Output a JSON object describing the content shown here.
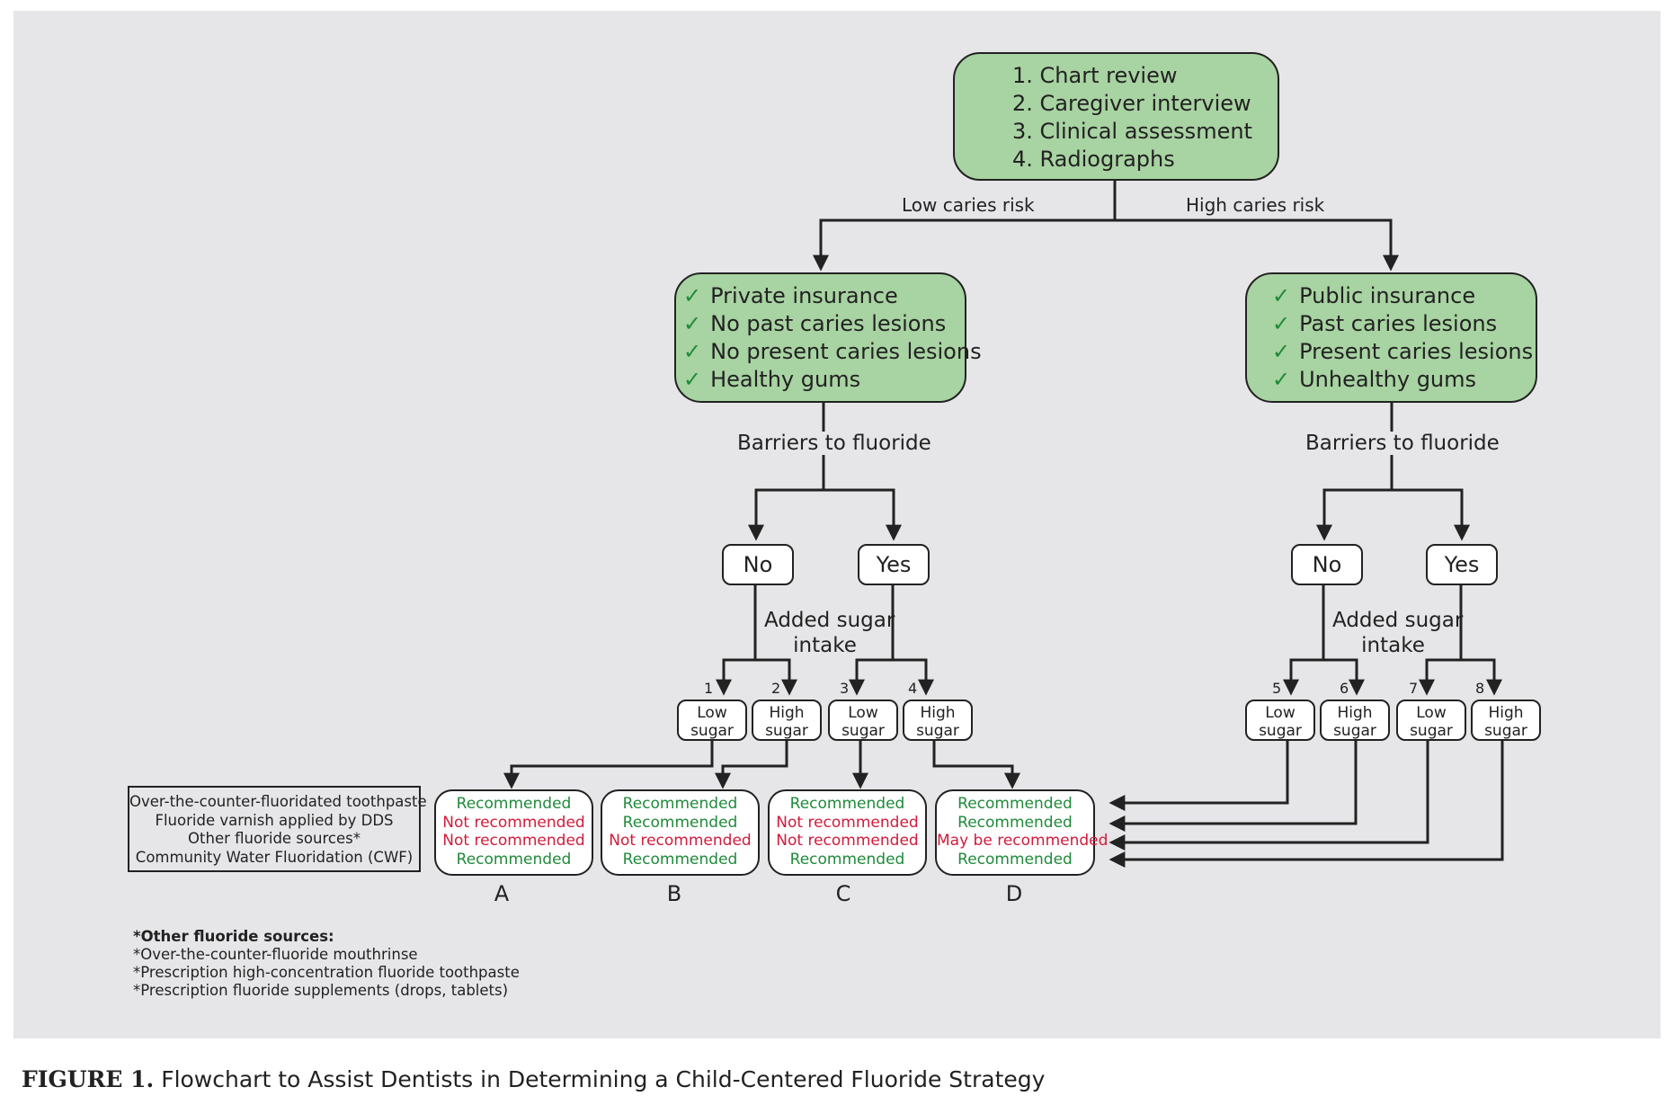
{
  "start_box": {
    "items": [
      "1. Chart review",
      "2. Caregiver interview",
      "3. Clinical assessment",
      "4. Radiographs"
    ]
  },
  "branch_labels": {
    "low": "Low caries risk",
    "high": "High caries risk"
  },
  "check_mark": "✓",
  "low_risk_box": {
    "items": [
      "Private insurance",
      "No past caries lesions",
      "No present caries lesions",
      "Healthy gums"
    ]
  },
  "high_risk_box": {
    "items": [
      "Public insurance",
      "Past caries lesions",
      "Present caries lesions",
      "Unhealthy gums"
    ]
  },
  "barriers_label": "Barriers to fluoride",
  "no_label": "No",
  "yes_label": "Yes",
  "sugar_label_line1": "Added sugar",
  "sugar_label_line2": "intake",
  "sugar_boxes": [
    {
      "num": "1",
      "line1": "Low",
      "line2": "sugar"
    },
    {
      "num": "2",
      "line1": "High",
      "line2": "sugar"
    },
    {
      "num": "3",
      "line1": "Low",
      "line2": "sugar"
    },
    {
      "num": "4",
      "line1": "High",
      "line2": "sugar"
    },
    {
      "num": "5",
      "line1": "Low",
      "line2": "sugar"
    },
    {
      "num": "6",
      "line1": "High",
      "line2": "sugar"
    },
    {
      "num": "7",
      "line1": "Low",
      "line2": "sugar"
    },
    {
      "num": "8",
      "line1": "High",
      "line2": "sugar"
    }
  ],
  "legend": [
    "Over-the-counter-fluoridated toothpaste",
    "Fluoride varnish applied by DDS",
    "Other fluoride sources*",
    "Community Water Fluoridation (CWF)"
  ],
  "outcomes": [
    {
      "letter": "A",
      "rows": [
        "Recommended",
        "Not recommended",
        "Not recommended",
        "Recommended"
      ]
    },
    {
      "letter": "B",
      "rows": [
        "Recommended",
        "Recommended",
        "Not recommended",
        "Recommended"
      ]
    },
    {
      "letter": "C",
      "rows": [
        "Recommended",
        "Not recommended",
        "Not recommended",
        "Recommended"
      ]
    },
    {
      "letter": "D",
      "rows": [
        "Recommended",
        "Recommended",
        "May be recommended",
        "Recommended"
      ]
    }
  ],
  "footnote": {
    "title": "*Other fluoride sources:",
    "items": [
      "*Over-the-counter-fluoride mouthrinse",
      "*Prescription high-concentration fluoride toothpaste",
      "*Prescription fluoride supplements (drops, tablets)"
    ]
  },
  "caption": {
    "figure_label": "FIGURE 1.",
    "text": "Flowchart to Assist Dentists in Determining a Child-Centered Fluoride Strategy"
  },
  "colors": {
    "box_green": "#a8d3a2",
    "recommended": "#1f8a3a",
    "not_recommended": "#d11b3c",
    "panel_bg": "#e6e6e8"
  }
}
